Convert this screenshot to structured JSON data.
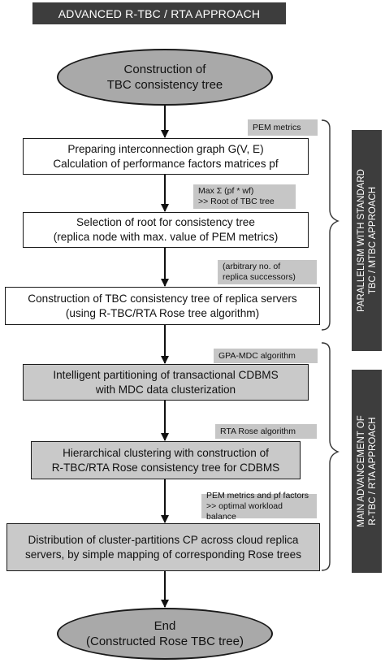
{
  "title": "ADVANCED R-TBC / RTA APPROACH",
  "start_node": {
    "line1": "Construction of",
    "line2": "TBC consistency tree"
  },
  "steps": [
    {
      "line1": "Preparing interconnection graph G(V, E)",
      "line2": "Calculation of performance factors matrices pf"
    },
    {
      "line1": "Selection of root for consistency tree",
      "line2": "(replica node with max. value of PEM metrics)"
    },
    {
      "line1": "Construction of TBC consistency tree of replica servers",
      "line2": "(using R-TBC/RTA Rose tree algorithm)"
    },
    {
      "line1": "Intelligent partitioning of transactional CDBMS",
      "line2": "with MDC data clusterization"
    },
    {
      "line1": "Hierarchical clustering with construction of",
      "line2": "R-TBC/RTA Rose consistency tree for CDBMS"
    },
    {
      "line1": "Distribution of cluster-partitions CP across cloud replica",
      "line2": "servers, by simple mapping of corresponding Rose trees"
    }
  ],
  "notes": [
    {
      "line1": "PEM metrics",
      "line2": ""
    },
    {
      "line1": "Max Σ (pf * wf)",
      "line2": ">> Root of TBC tree"
    },
    {
      "line1": "(arbitrary no. of",
      "line2": "replica successors)"
    },
    {
      "line1": "GPA-MDC algorithm",
      "line2": ""
    },
    {
      "line1": "RTA Rose algorithm",
      "line2": ""
    },
    {
      "line1": "PEM metrics and pf factors",
      "line2": ">> optimal workload balance"
    }
  ],
  "end_node": {
    "line1": "End",
    "line2": "(Constructed Rose TBC tree)"
  },
  "side_labels": [
    {
      "line1": "PARALLELISM WITH STANDARD",
      "line2": "TBC / MTBC APPROACH"
    },
    {
      "line1": "MAIN ADVANCEMENT OF",
      "line2": "R-TBC / RTA APPROACH"
    }
  ],
  "colors": {
    "dark_label": "#3d3d3d",
    "node_fill": "#a9a9a9",
    "gray_box": "#c9c9c9",
    "note_fill": "#c6c6c6"
  }
}
